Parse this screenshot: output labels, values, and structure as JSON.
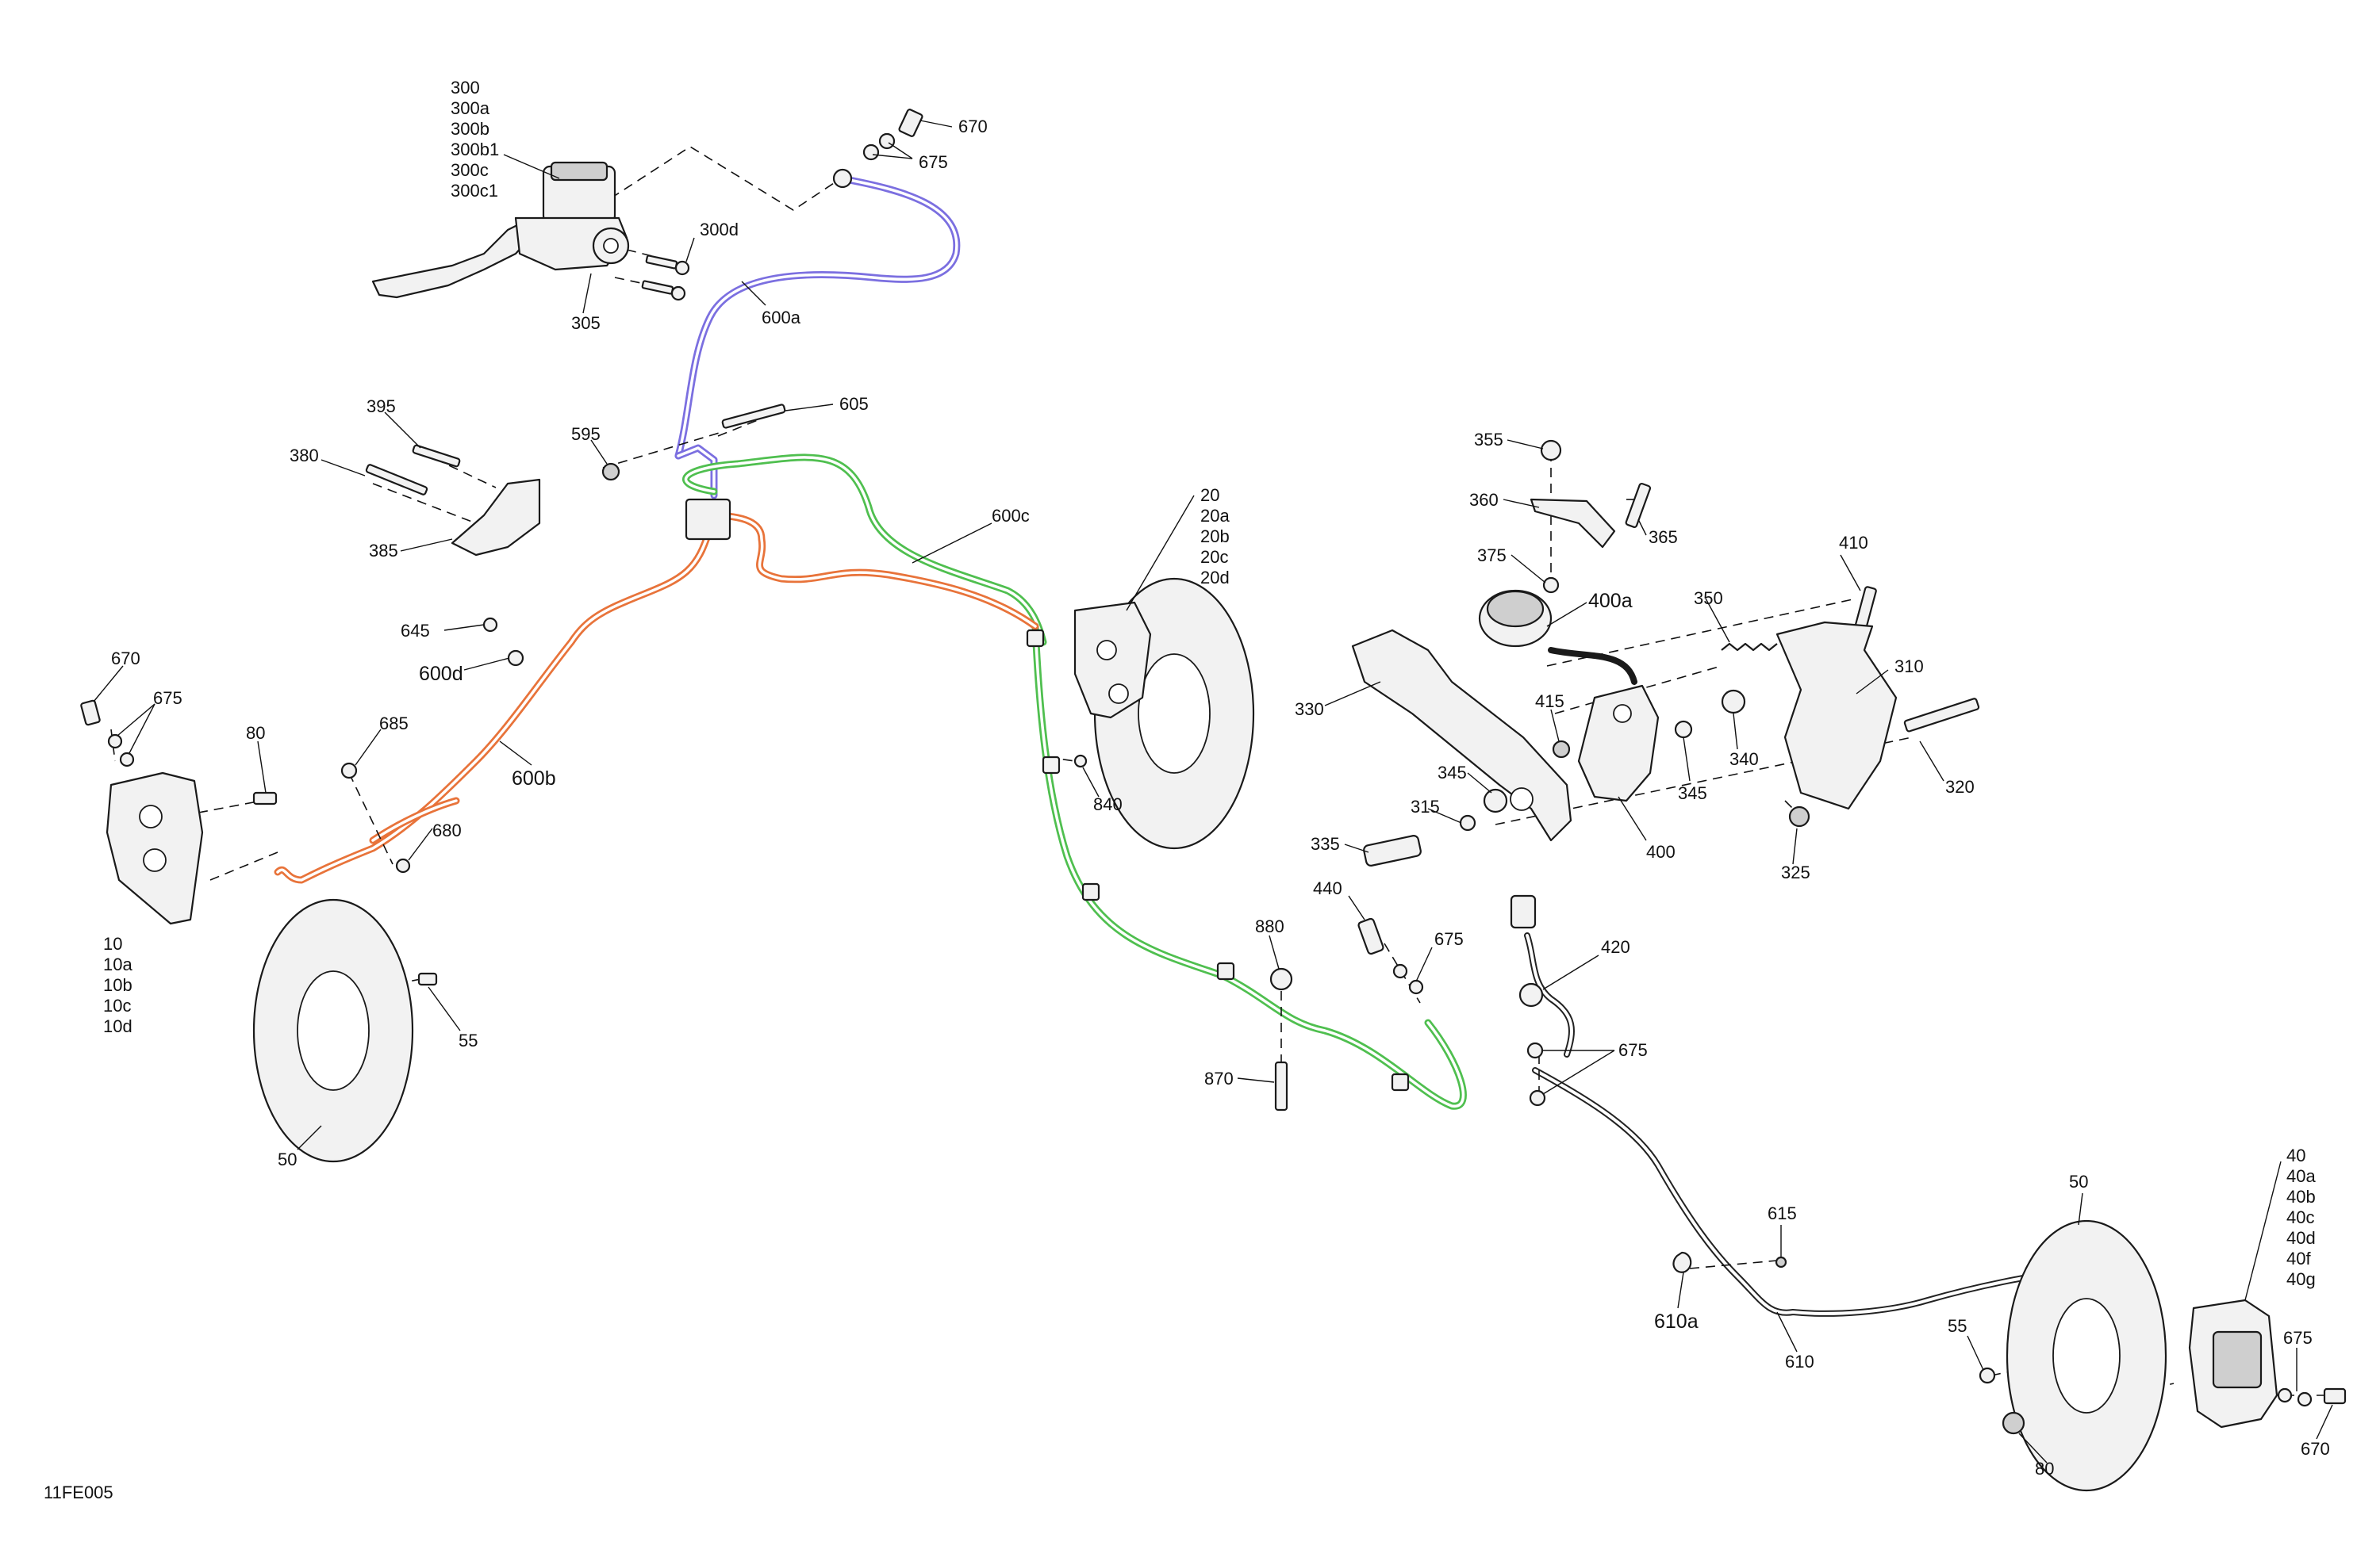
{
  "colors": {
    "line_front_left": "#e8733a",
    "line_front_right": "#4fbf4f",
    "line_master": "#7b6fe0",
    "line_rear": "#222222"
  },
  "diagram_code": "11FE005",
  "labels": {
    "l300": "300",
    "l300a": "300a",
    "l300b": "300b",
    "l300b1": "300b1",
    "l300c": "300c",
    "l300c1": "300c1",
    "l300d": "300d",
    "l305": "305",
    "l600a": "600a",
    "l670a": "670",
    "l675a": "675",
    "l395": "395",
    "l380": "380",
    "l385": "385",
    "l595": "595",
    "l605": "605",
    "l600c": "600c",
    "l20": "20",
    "l20a": "20a",
    "l20b": "20b",
    "l20c": "20c",
    "l20d": "20d",
    "l645": "645",
    "l600d": "600d",
    "l600b": "600b",
    "l685": "685",
    "l680": "680",
    "l840": "840",
    "l670b": "670",
    "l675b": "675",
    "l80a": "80",
    "l10": "10",
    "l10a": "10a",
    "l10b": "10b",
    "l10c": "10c",
    "l10d": "10d",
    "l55a": "55",
    "l50a": "50",
    "l355": "355",
    "l360": "360",
    "l365": "365",
    "l375": "375",
    "l400a": "400a",
    "l410": "410",
    "l350": "350",
    "l310": "310",
    "l330": "330",
    "l415": "415",
    "l345a": "345",
    "l345b": "345",
    "l340": "340",
    "l320": "320",
    "l315": "315",
    "l335": "335",
    "l400": "400",
    "l325": "325",
    "l440": "440",
    "l675c": "675",
    "l880": "880",
    "l870": "870",
    "l420": "420",
    "l675d": "675",
    "l615": "615",
    "l610a": "610a",
    "l610": "610",
    "l50b": "50",
    "l40": "40",
    "l40a": "40a",
    "l40b": "40b",
    "l40c": "40c",
    "l40d": "40d",
    "l40f": "40f",
    "l40g": "40g",
    "l55b": "55",
    "l675e": "675",
    "l80b": "80",
    "l670c": "670"
  }
}
